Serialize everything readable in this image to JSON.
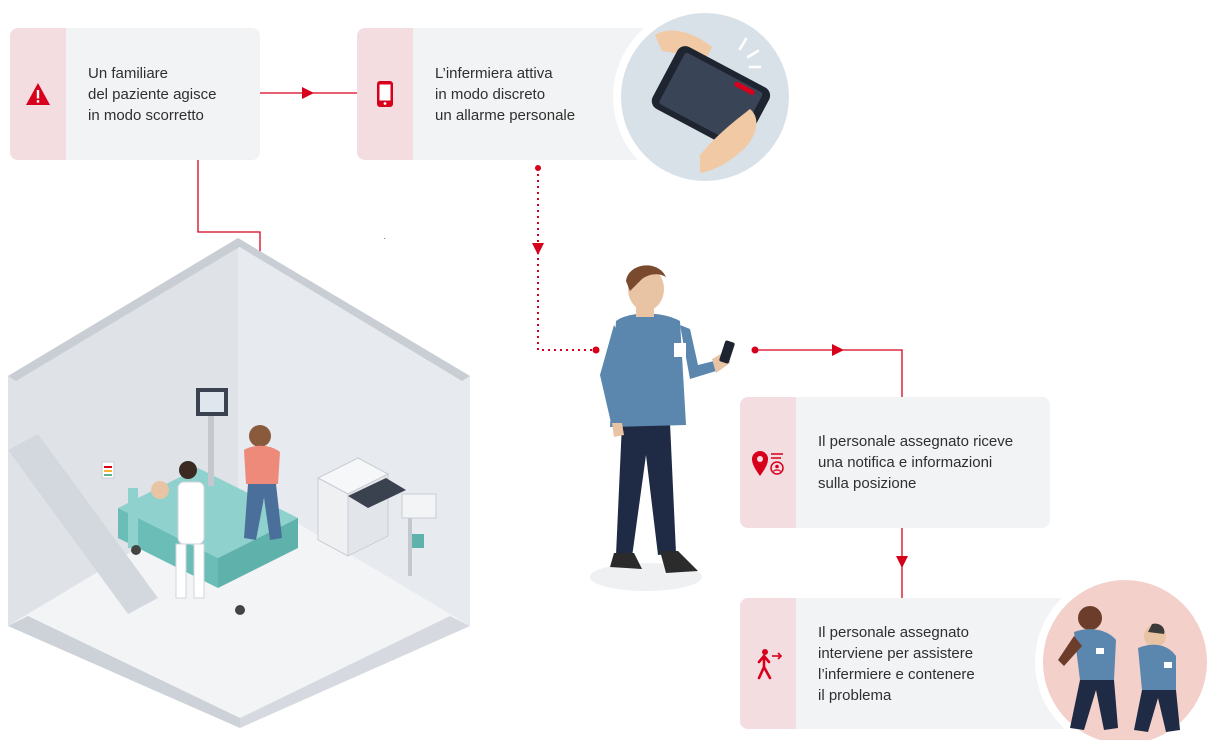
{
  "steps": [
    {
      "icon": "warning-triangle-icon",
      "lines": [
        "Un familiare",
        "del paziente agisce",
        "in modo scorretto"
      ]
    },
    {
      "icon": "smartphone-icon",
      "lines": [
        "L’infermiera attiva",
        "in modo discreto",
        "un allarme personale"
      ]
    },
    {
      "icon": "location-notification-icon",
      "lines": [
        "Il personale assegnato riceve",
        "una notifica e informazioni",
        "sulla posizione"
      ]
    },
    {
      "icon": "running-person-icon",
      "lines": [
        "Il personale assegnato",
        "interviene per assistere",
        "l’infermiere e contenere",
        "il problema"
      ]
    }
  ],
  "colors": {
    "accent": "#d7001c",
    "card": "#f2f3f5",
    "strip": "#f4dde1",
    "uniform": "#5b86ad",
    "room": "#dfe3e8"
  }
}
